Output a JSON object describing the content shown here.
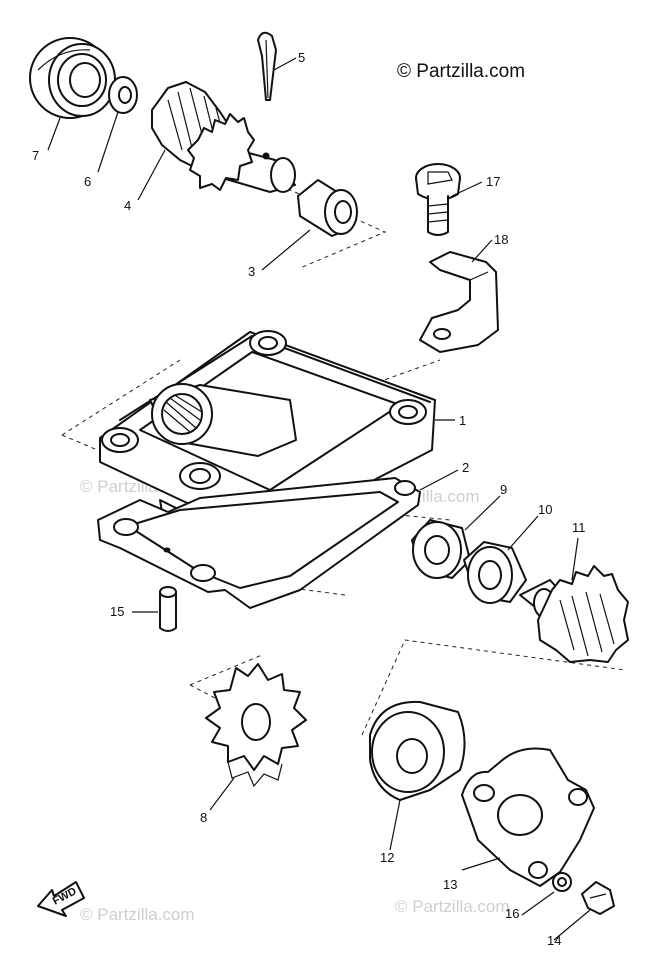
{
  "copyright": "© Partzilla.com",
  "watermark": "© Partzilla.com",
  "direction_label": "FWD",
  "part_labels": {
    "p1": "1",
    "p2": "2",
    "p3": "3",
    "p4": "4",
    "p5": "5",
    "p6": "6",
    "p7": "7",
    "p8": "8",
    "p9": "9",
    "p10": "10",
    "p11": "11",
    "p12": "12",
    "p13": "13",
    "p14": "14",
    "p15": "15",
    "p16": "16",
    "p17": "17",
    "p18": "18"
  }
}
